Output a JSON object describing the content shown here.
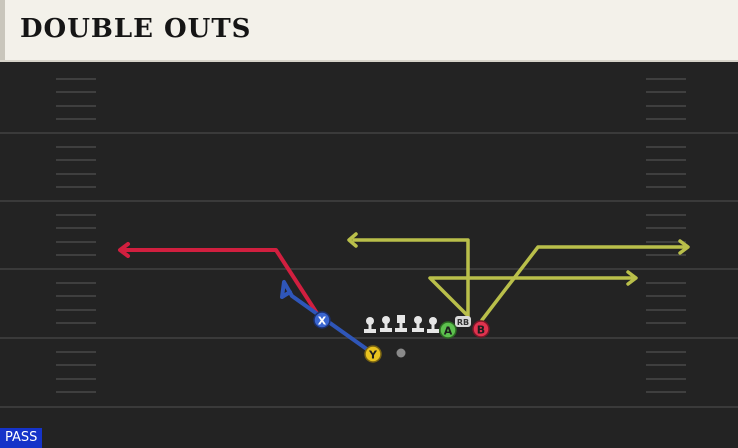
{
  "play": {
    "title": "DOUBLE OUTS",
    "type_badge": "PASS"
  },
  "players": {
    "x": "X",
    "y": "Y",
    "a": "A",
    "b": "B",
    "rb": "RB"
  },
  "colors": {
    "field": "#232323",
    "title_bg": "#f3f1ea",
    "route_x": "#d11f3f",
    "route_y": "#2f56b8",
    "route_a": "#b9bf4a",
    "route_b": "#b9bf4a",
    "badge_bg": "#1533c9"
  }
}
